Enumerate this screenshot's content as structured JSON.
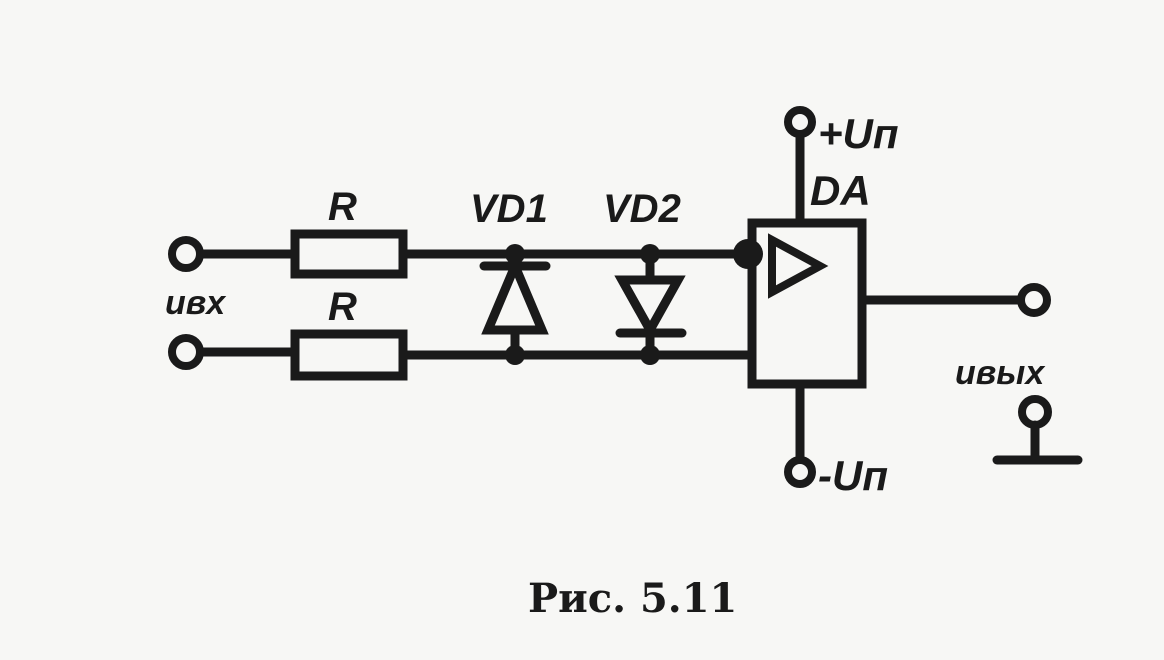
{
  "labels": {
    "r1": "R",
    "r2": "R",
    "vd1": "VD1",
    "vd2": "VD2",
    "da": "DA",
    "vplus": "+Uп",
    "vminus": "-Uп",
    "uin": "uвх",
    "uout": "uвых"
  },
  "caption": "Рис. 5.11",
  "colors": {
    "ink": "#1a1a1a",
    "paper": "#f7f7f5"
  }
}
